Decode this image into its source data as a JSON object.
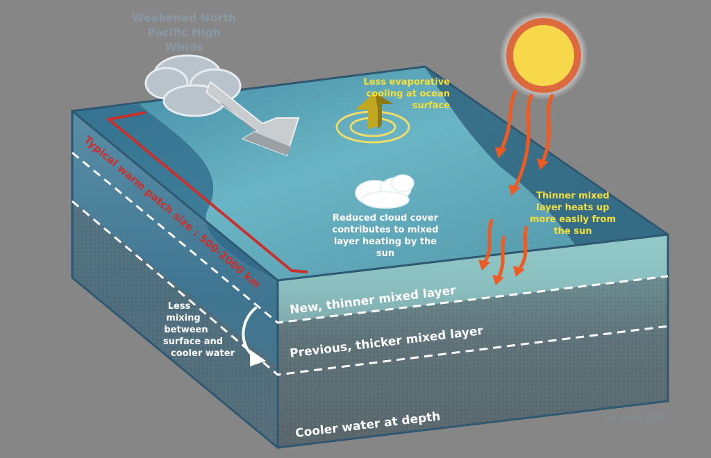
{
  "labels": {
    "winds_line1": "Weakened North",
    "winds_line2": "Pacific High",
    "winds_line3": "Winds",
    "evap_line1": "Less evaporative",
    "evap_line2": "cooling at ocean",
    "evap_line3": "surface",
    "patch_size": "Typical warm patch size : 500-2000 km",
    "cloud_line1": "Reduced cloud cover",
    "cloud_line2": "contributes to mixed",
    "cloud_line3": "layer heating by the",
    "cloud_line4": "sun",
    "thinner_line1": "Thinner mixed",
    "thinner_line2": "layer heats up",
    "thinner_line3": "more easily from",
    "thinner_line4": "the sun",
    "mixing_line1": "Less",
    "mixing_line2": "mixing",
    "mixing_line3": "between",
    "mixing_line4": "surface and",
    "mixing_line5": "cooler water",
    "new_layer": "New, thinner mixed layer",
    "previous_layer": "Previous, thicker mixed layer",
    "cooler_water": "Cooler water at depth",
    "credit": "Sky Smith 2020"
  },
  "colors": {
    "background": "#868686",
    "ocean_surface": "#4f93a6",
    "ocean_dark": "#2c5f7b",
    "side_water": "#4a7f98",
    "deep_water": "#55646a",
    "outline": "#2f5870",
    "label_yellow": "#f4e03c",
    "label_white": "#ffffff",
    "patch_red": "#c9302c",
    "sun_ray": "#ee5b22",
    "sun_core": "#f7d84a",
    "sun_ring": "#dd6a3e",
    "winds_text": "#8a98a4"
  },
  "icons": [
    "cloud-icon",
    "wind-arrow-icon",
    "sun-icon",
    "evaporation-arrow-icon",
    "ripple-icon",
    "sun-ray-arrow-icon",
    "curved-arrow-icon"
  ]
}
